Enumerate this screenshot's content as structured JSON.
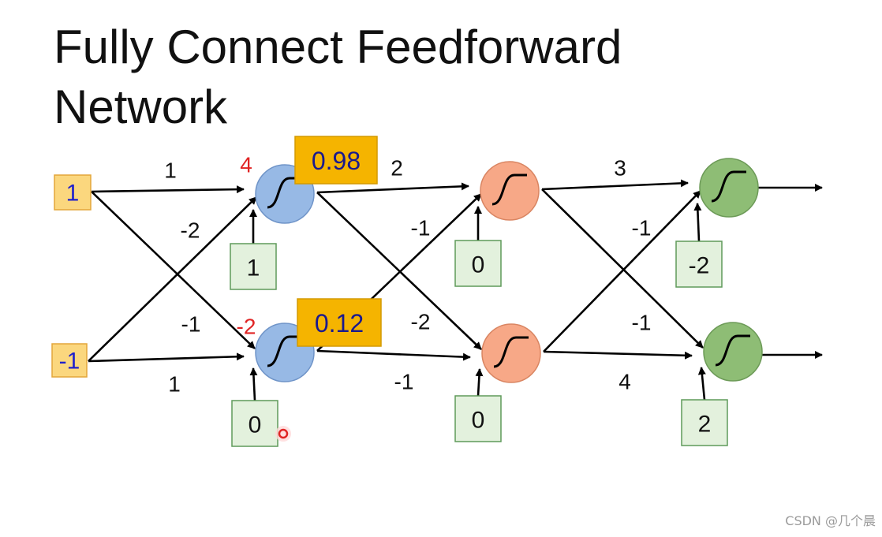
{
  "title": {
    "line1": "Fully Connect Feedforward",
    "line2": "Network"
  },
  "colors": {
    "input_fill": "#fbd77e",
    "input_stroke": "#e3a63a",
    "input_text": "#1f1fcc",
    "output_box_fill": "#f5b400",
    "output_box_stroke": "#d49a00",
    "output_text": "#1a1a8e",
    "sum_text": "#e02424",
    "bias_fill": "#e3f1dd",
    "bias_stroke": "#5f9a5a",
    "layer1": "#97b9e5",
    "layer1_stroke": "#6f94c8",
    "layer2": "#f7a887",
    "layer2_stroke": "#d98562",
    "layer3": "#8ebd75",
    "layer3_stroke": "#6c9a57"
  },
  "inputs": [
    {
      "label": "1"
    },
    {
      "label": "-1"
    }
  ],
  "layers": [
    {
      "color": "layer1",
      "neurons": [
        {
          "bias": "1",
          "sum": "4",
          "output": "0.98"
        },
        {
          "bias": "0",
          "sum": "-2",
          "output": "0.12"
        }
      ],
      "weights": {
        "top_straight": "1",
        "top_cross": "-2",
        "bottom_cross": "-1",
        "bottom_straight": "1"
      }
    },
    {
      "color": "layer2",
      "neurons": [
        {
          "bias": "0"
        },
        {
          "bias": "0"
        }
      ],
      "weights": {
        "top_straight": "2",
        "top_cross": "-1",
        "bottom_cross": "-2",
        "bottom_straight": "-1"
      }
    },
    {
      "color": "layer3",
      "neurons": [
        {
          "bias": "-2"
        },
        {
          "bias": "2"
        }
      ],
      "weights": {
        "top_straight": "3",
        "top_cross": "-1",
        "bottom_cross": "-1",
        "bottom_straight": "4"
      }
    }
  ],
  "watermark": "CSDN @几个晨"
}
